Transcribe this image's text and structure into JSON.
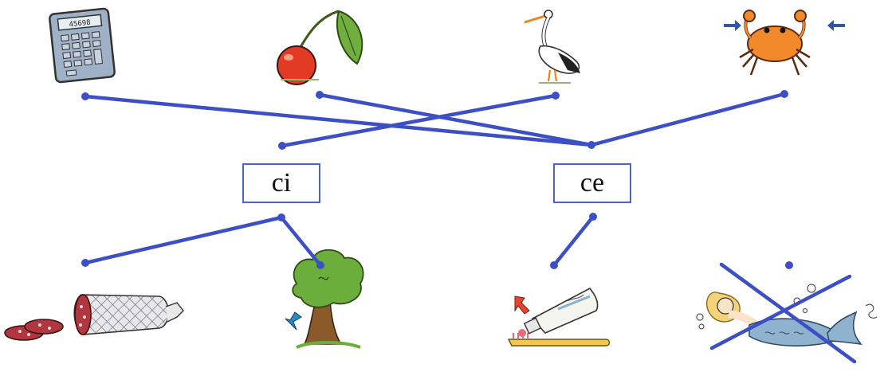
{
  "syllables": {
    "ci": "ci",
    "ce": "ce"
  },
  "calculator_display": "45698",
  "colors": {
    "line": "#3d4fc4",
    "box_border": "#4a66c0",
    "cherry": "#e23a24",
    "leaf": "#6fae3f",
    "crab": "#f28a2c",
    "arrow": "#2e57a8",
    "salami": "#b2363f",
    "tree_crown": "#6cae3c",
    "trunk": "#8a5a2b",
    "mermaid_tail": "#8fb3cf",
    "hair": "#f2d27a"
  },
  "icons": [
    "calculator-icon",
    "cherry-icon",
    "stork-icon",
    "crab-icon",
    "salami-icon",
    "tree-icon",
    "toothpaste-icon",
    "mermaid-icon"
  ]
}
